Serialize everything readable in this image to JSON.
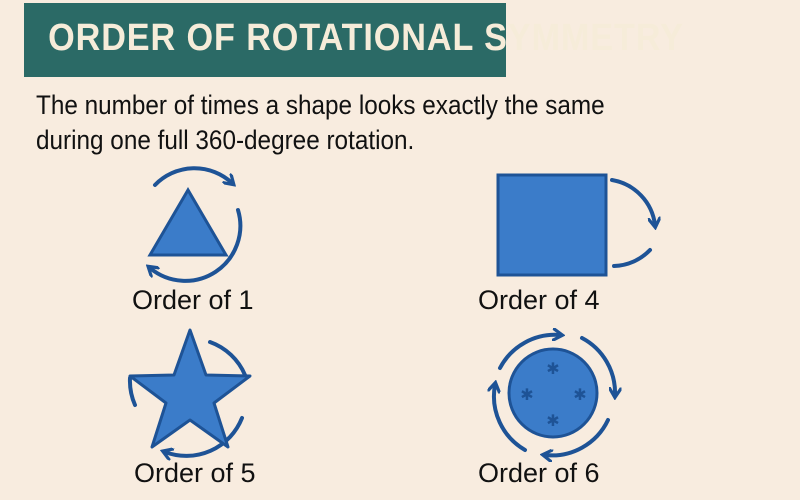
{
  "header": {
    "title": "ORDER OF ROTATIONAL SYMMETRY"
  },
  "description": {
    "line1": "The number of times a shape looks exactly the same",
    "line2": "during one full 360-degree rotation."
  },
  "examples": [
    {
      "shape": "triangle",
      "label": "Order of 1"
    },
    {
      "shape": "square",
      "label": "Order of 4"
    },
    {
      "shape": "star",
      "label": "Order of 5"
    },
    {
      "shape": "circle",
      "label": "Order of 6"
    }
  ],
  "colors": {
    "banner": "#2b6a66",
    "background": "#f8ecdf",
    "shape_fill": "#3b7cc9",
    "arrow": "#1e5396"
  }
}
